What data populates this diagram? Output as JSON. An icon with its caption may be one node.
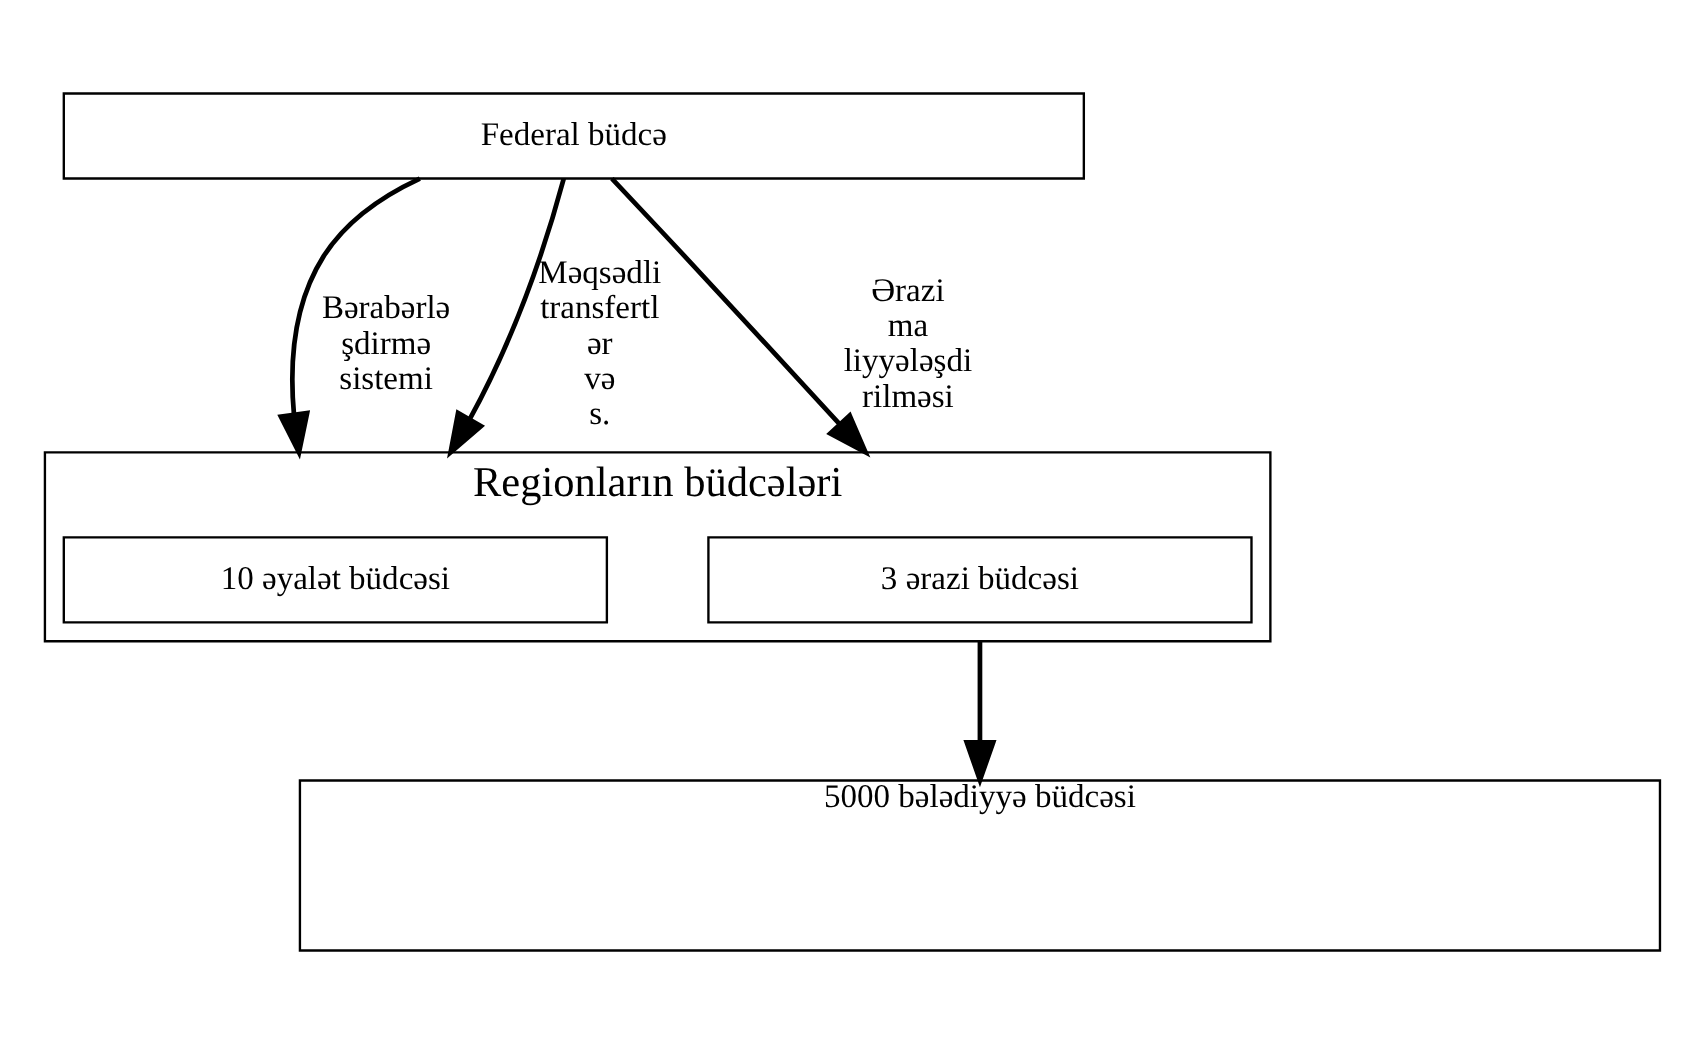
{
  "diagram": {
    "nodes": [
      {
        "text": [
          "Federal büdcə"
        ]
      },
      {
        "text": [
          "Regionların büdcələri"
        ]
      },
      {
        "text": [
          "10 əyalət büdcəsi"
        ],
        "in": 1
      },
      {
        "text": [
          "3 ərazi büdcəsi"
        ],
        "in": 1
      },
      {
        "text": [
          "5000 bələdiyyə büdcəsi"
        ]
      }
    ],
    "edges": [
      {
        "from": 0,
        "to": 1,
        "arrow": "to",
        "label": "Bərabərlə şdirmə sistemi"
      },
      {
        "from": 0,
        "to": 1,
        "arrow": "to",
        "label": "Məqsədli transfertl ər və s."
      },
      {
        "from": 0,
        "to": 1,
        "arrow": "to",
        "label": "Ərazi ma liyyələşdi rilməsi"
      },
      {
        "from": 1,
        "to": 4,
        "arrow": "to"
      }
    ]
  }
}
